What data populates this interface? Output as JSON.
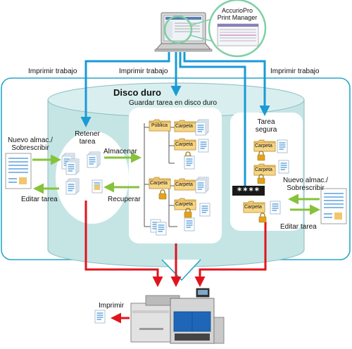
{
  "labels": {
    "print_job_left": "Imprimir trabajo",
    "print_job_center": "Imprimir trabajo",
    "print_job_right": "Imprimir trabajo",
    "hard_disk": "Disco duro",
    "save_job_hdd": "Guardar tarea en disco duro",
    "hold_job": [
      "Retener",
      "tarea"
    ],
    "secure_job": [
      "Tarea",
      "segura"
    ],
    "new_save_left": [
      "Nuevo almac./",
      "Sobrescribir"
    ],
    "new_save_right": [
      "Nuevo almac./",
      "Sobrescribir"
    ],
    "edit_job_left": "Editar tarea",
    "edit_job_right": "Editar tarea",
    "store": "Almacenar",
    "recall": "Recuperar",
    "print": "Imprimir",
    "password_mask": "****",
    "app_name": [
      "AccurioPro",
      "Print Manager"
    ]
  },
  "folders": {
    "public": "Pública",
    "box": "Carpeta"
  },
  "colors": {
    "cylinder": "#c5e5e5",
    "cylinder_top": "#d9efef",
    "container_border": "#2aa6c8",
    "blue_arrow": "#1a9ad6",
    "red_arrow": "#e0141e",
    "green_arrow": "#86c23a",
    "folder": "#f1c76e",
    "lock": "#e4a21a",
    "doc_lines": "#3d8fd6"
  }
}
